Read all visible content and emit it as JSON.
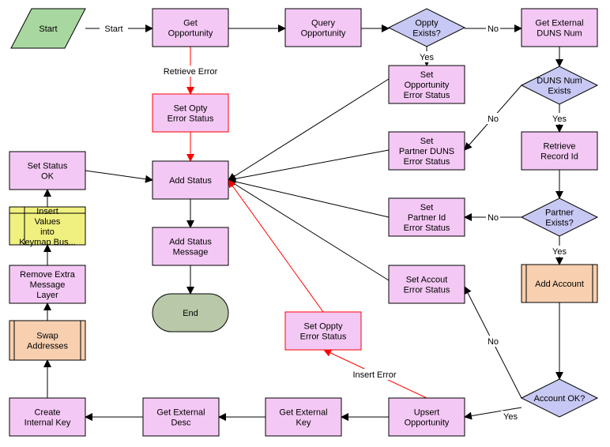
{
  "colors": {
    "process": "#f4c8f4",
    "decision": "#c8c8f4",
    "start": "#a8d8a0",
    "end": "#b8c8a8",
    "subprocess": "#f8d0b0",
    "insert": "#f0f080",
    "error_edge": "#ff0000"
  },
  "nodes": {
    "start": [
      "Start"
    ],
    "get_opportunity": [
      "Get",
      "Opportunity"
    ],
    "query_opportunity": [
      "Query",
      "Opportunity"
    ],
    "oppty_exists": [
      "Oppty",
      "Exists?"
    ],
    "get_external_duns": [
      "Get External",
      "DUNS Num"
    ],
    "duns_exists": [
      "DUNS Num",
      "Exists"
    ],
    "set_opp_error": [
      "Set",
      "Opportunity",
      "Error Status"
    ],
    "set_opty_error_1": [
      "Set Opty",
      "Error Status"
    ],
    "set_partner_duns_error": [
      "Set",
      "Partner DUNS",
      "Error Status"
    ],
    "retrieve_record_id": [
      "Retrieve",
      "Record Id"
    ],
    "set_status_ok": [
      "Set Status",
      "OK"
    ],
    "add_status": [
      "Add Status"
    ],
    "set_partner_id_error": [
      "Set",
      "Partner Id",
      "Error Status"
    ],
    "partner_exists": [
      "Partner",
      "Exists?"
    ],
    "insert_values": [
      "Insert",
      "Values",
      "into",
      "Keymap Bus..."
    ],
    "add_status_message": [
      "Add Status",
      "Message"
    ],
    "add_account": [
      "Add Account"
    ],
    "remove_extra": [
      "Remove Extra",
      "Message",
      "Layer"
    ],
    "set_account_error": [
      "Set Accout",
      "Error Status"
    ],
    "end": [
      "End"
    ],
    "swap_addresses": [
      "Swap",
      "Addresses"
    ],
    "set_oppty_error_2": [
      "Set Oppty",
      "Error Status"
    ],
    "account_ok": [
      "Account OK?"
    ],
    "create_internal_key": [
      "Create",
      "Internal Key"
    ],
    "get_external_desc": [
      "Get External",
      "Desc"
    ],
    "get_external_key": [
      "Get External",
      "Key"
    ],
    "upsert_opportunity": [
      "Upsert",
      "Opportunity"
    ]
  },
  "edge_labels": {
    "start": "Start",
    "retrieve_error": "Retrieve Error",
    "no_oppty": "No",
    "yes_oppty": "Yes",
    "no_duns": "No",
    "yes_duns": "Yes",
    "no_partner": "No",
    "yes_partner": "Yes",
    "no_account": "No",
    "yes_account": "Yes",
    "insert_error": "Insert Error"
  }
}
